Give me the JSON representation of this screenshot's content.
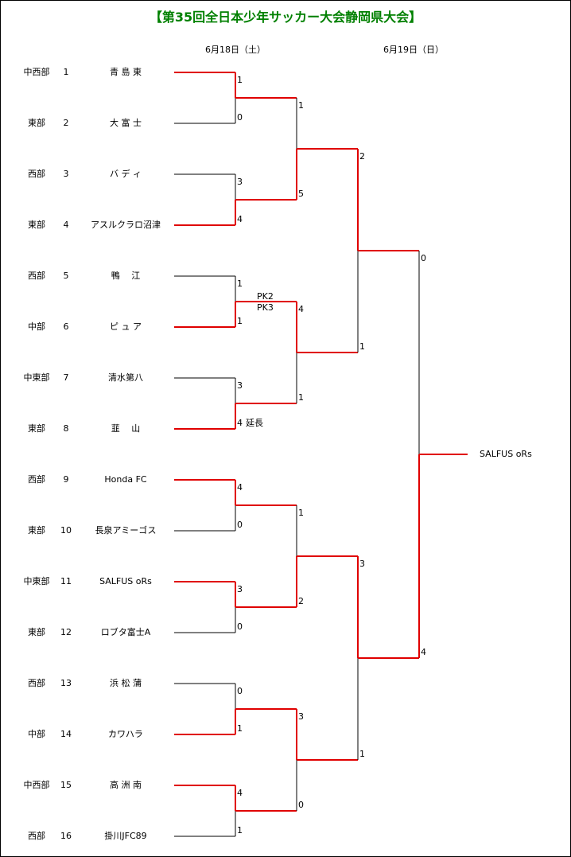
{
  "title": "【第35回全日本少年サッカー大会静岡県大会】",
  "dates": {
    "day1": "6月18日（土）",
    "day2": "6月19日（日）"
  },
  "colors": {
    "winner": "#e00000",
    "loser": "#000000",
    "title": "#008000"
  },
  "teams": [
    {
      "region": "中西部",
      "seed": "1",
      "name": "青 島 東"
    },
    {
      "region": "東部",
      "seed": "2",
      "name": "大 富 士"
    },
    {
      "region": "西部",
      "seed": "3",
      "name": "バ デ ィ"
    },
    {
      "region": "東部",
      "seed": "4",
      "name": "アスルクラロ沼津"
    },
    {
      "region": "西部",
      "seed": "5",
      "name": "鴨　 江"
    },
    {
      "region": "中部",
      "seed": "6",
      "name": "ピ ュ ア"
    },
    {
      "region": "中東部",
      "seed": "7",
      "name": "清水第八"
    },
    {
      "region": "東部",
      "seed": "8",
      "name": "韮　 山"
    },
    {
      "region": "西部",
      "seed": "9",
      "name": "Honda FC"
    },
    {
      "region": "東部",
      "seed": "10",
      "name": "長泉アミーゴス"
    },
    {
      "region": "中東部",
      "seed": "11",
      "name": "SALFUS oRs"
    },
    {
      "region": "東部",
      "seed": "12",
      "name": "ロブタ富士A"
    },
    {
      "region": "西部",
      "seed": "13",
      "name": "浜 松 蒲"
    },
    {
      "region": "中部",
      "seed": "14",
      "name": "カワハラ"
    },
    {
      "region": "中西部",
      "seed": "15",
      "name": "高 洲 南"
    },
    {
      "region": "西部",
      "seed": "16",
      "name": "掛川JFC89"
    }
  ],
  "round1": [
    {
      "scores": [
        "1",
        "0"
      ],
      "winner": 0
    },
    {
      "scores": [
        "3",
        "4"
      ],
      "winner": 1
    },
    {
      "scores": [
        "1",
        "1"
      ],
      "winner": 1,
      "notes": [
        "PK2",
        "PK3"
      ]
    },
    {
      "scores": [
        "3",
        "4"
      ],
      "winner": 1,
      "extra": "延長"
    },
    {
      "scores": [
        "4",
        "0"
      ],
      "winner": 0
    },
    {
      "scores": [
        "3",
        "0"
      ],
      "winner": 0
    },
    {
      "scores": [
        "0",
        "1"
      ],
      "winner": 1
    },
    {
      "scores": [
        "4",
        "1"
      ],
      "winner": 0
    }
  ],
  "round2": [
    {
      "scores": [
        "1",
        "5"
      ],
      "winner": 1
    },
    {
      "scores": [
        "4",
        "1"
      ],
      "winner": 0
    },
    {
      "scores": [
        "1",
        "2"
      ],
      "winner": 1
    },
    {
      "scores": [
        "3",
        "0"
      ],
      "winner": 0
    }
  ],
  "round3": [
    {
      "scores": [
        "2",
        "1"
      ],
      "winner": 0
    },
    {
      "scores": [
        "3",
        "1"
      ],
      "winner": 0
    }
  ],
  "final": {
    "scores": [
      "0",
      "4"
    ],
    "winner": 1
  },
  "champion": "SALFUS oRs"
}
